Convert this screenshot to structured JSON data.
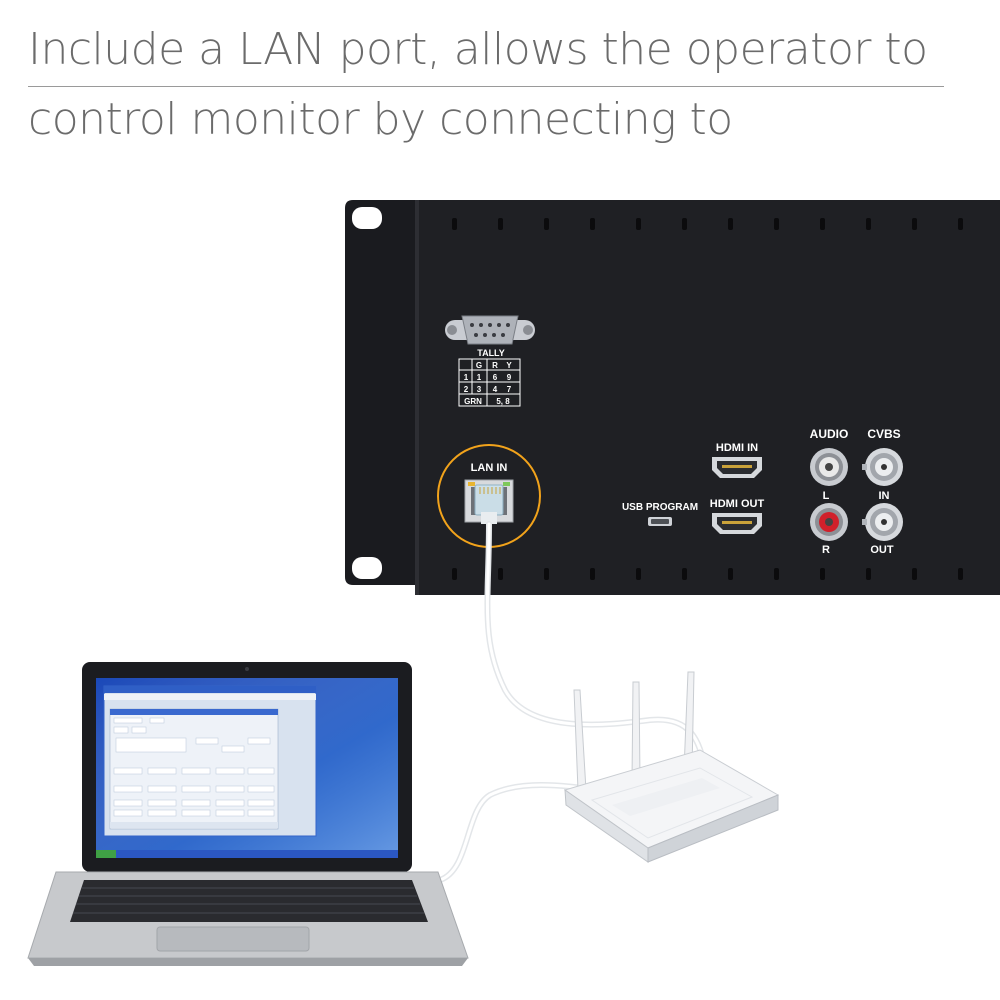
{
  "headline": {
    "line1": "Include a LAN port, allows the operator to",
    "line2": "control monitor by connecting to"
  },
  "rear_panel": {
    "tally": {
      "title": "TALLY",
      "header": [
        "",
        "G",
        "R",
        "Y"
      ],
      "rows": [
        [
          "1",
          "1",
          "6",
          "9"
        ],
        [
          "2",
          "3",
          "4",
          "7"
        ],
        [
          "GRN",
          "5, 8"
        ]
      ]
    },
    "lan_label": "LAN IN",
    "usb_label": "USB PROGRAM",
    "hdmi_in_label": "HDMI IN",
    "hdmi_out_label": "HDMI OUT",
    "audio_label": "AUDIO",
    "audio_l": "L",
    "audio_r": "R",
    "cvbs_label": "CVBS",
    "cvbs_in": "IN",
    "cvbs_out": "OUT"
  },
  "colors": {
    "panel": "#1f2024",
    "headline": "#6b6b6b",
    "lan_highlight": "#f2a31b",
    "rca_white": "#e9e9e9",
    "rca_red": "#d1202b",
    "laptop_screen": "#1a48b8"
  },
  "laptop_icon": "laptop-icon",
  "router_icon": "wifi-router-icon"
}
